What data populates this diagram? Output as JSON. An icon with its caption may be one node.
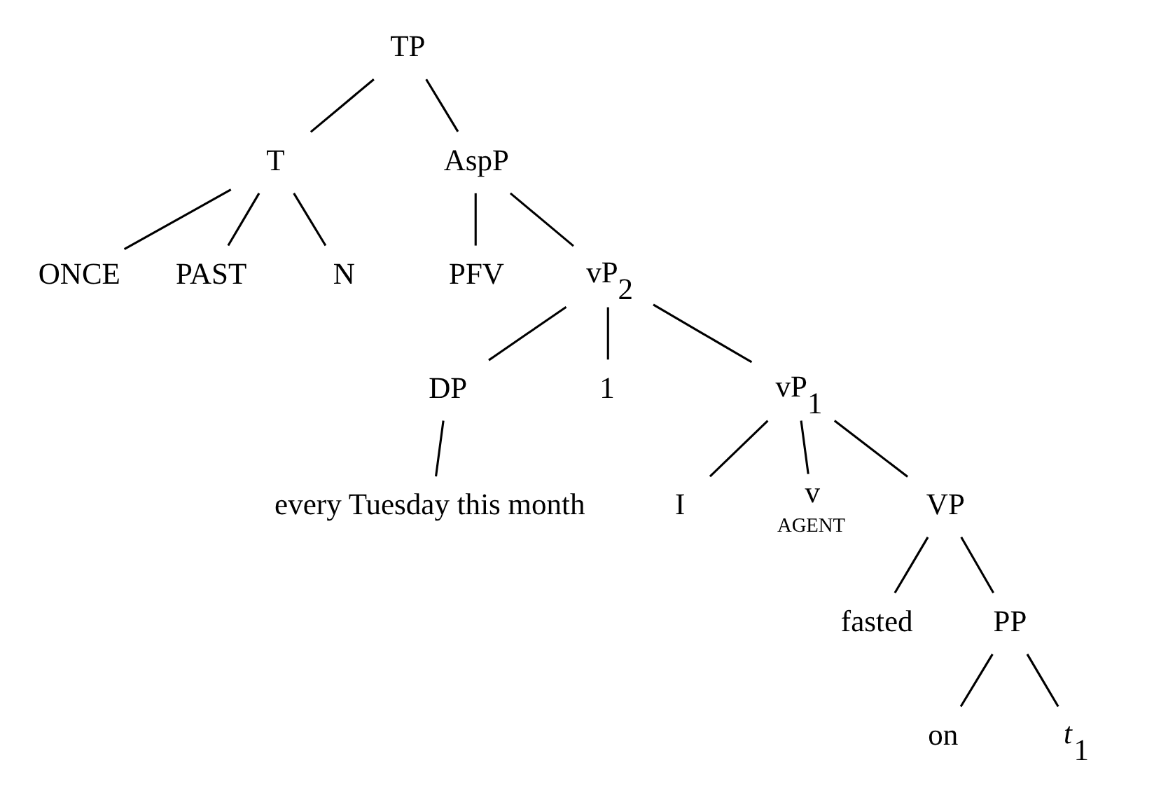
{
  "diagram": {
    "nodes": [
      {
        "text": [
          "TP"
        ]
      },
      {
        "text": [
          "T"
        ]
      },
      {
        "text": [
          "AspP"
        ]
      },
      {
        "text": [
          "ONCE"
        ]
      },
      {
        "text": [
          "PAST"
        ]
      },
      {
        "text": [
          "N"
        ]
      },
      {
        "text": [
          "PFV"
        ]
      },
      {
        "text": [
          "vP$_{2}$"
        ]
      },
      {
        "text": [
          "DP"
        ]
      },
      {
        "text": [
          "every Tuesday this month"
        ]
      },
      {
        "text": [
          "1"
        ]
      },
      {
        "text": [
          "vP$_{1}$"
        ]
      },
      {
        "text": [
          "I"
        ]
      },
      {
        "text": [
          "v"
        ],
        "beside": [
          "AGENT"
        ]
      },
      {
        "text": [
          "VP"
        ]
      },
      {
        "text": [
          "fasted"
        ]
      },
      {
        "text": [
          "PP"
        ]
      },
      {
        "text": [
          "on"
        ]
      },
      {
        "text": [
          "*t*$_{1}$"
        ]
      }
    ],
    "edges": [
      {
        "from": 0,
        "to": 1,
        "arrow": "none"
      },
      {
        "from": 0,
        "to": 2,
        "arrow": "none"
      },
      {
        "from": 1,
        "to": 3,
        "arrow": "none"
      },
      {
        "from": 1,
        "to": 4,
        "arrow": "none"
      },
      {
        "from": 1,
        "to": 5,
        "arrow": "none"
      },
      {
        "from": 2,
        "to": 6,
        "arrow": "none"
      },
      {
        "from": 2,
        "to": 7,
        "arrow": "none"
      },
      {
        "from": 7,
        "to": 8,
        "arrow": "none"
      },
      {
        "from": 7,
        "to": 10,
        "arrow": "none"
      },
      {
        "from": 7,
        "to": 11,
        "arrow": "none"
      },
      {
        "from": 8,
        "to": 9,
        "arrow": "none"
      },
      {
        "from": 11,
        "to": 12,
        "arrow": "none"
      },
      {
        "from": 11,
        "to": 13,
        "arrow": "none"
      },
      {
        "from": 11,
        "to": 14,
        "arrow": "none"
      },
      {
        "from": 14,
        "to": 15,
        "arrow": "none"
      },
      {
        "from": 14,
        "to": 16,
        "arrow": "none"
      },
      {
        "from": 16,
        "to": 17,
        "arrow": "none"
      },
      {
        "from": 16,
        "to": 18,
        "arrow": "none"
      }
    ]
  }
}
